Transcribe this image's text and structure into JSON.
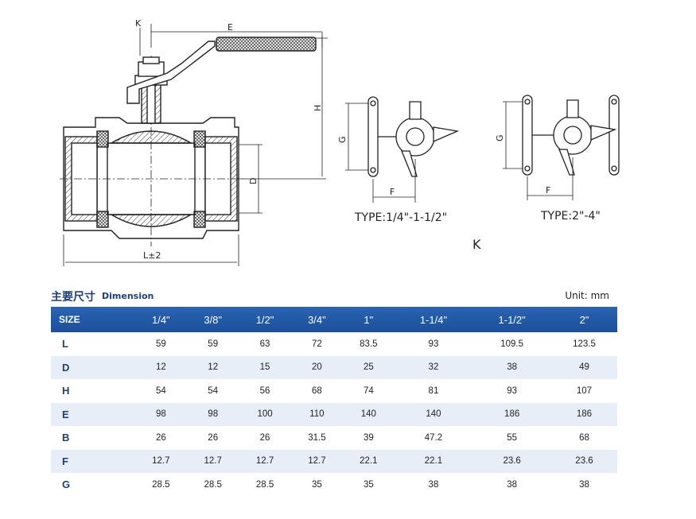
{
  "drawing": {
    "labels": {
      "k_top": "K",
      "e": "E",
      "h": "H",
      "d": "D",
      "l": "L±2",
      "g1": "G",
      "f1": "F",
      "g2": "G",
      "f2": "F",
      "k_center": "K"
    },
    "type_small": "TYPE:1/4\"-1-1/2\"",
    "type_large": "TYPE:2\"-4\""
  },
  "table": {
    "title_cn": "主要尺寸",
    "title_en": "Dimension",
    "unit": "Unit: mm",
    "headers": [
      "SIZE",
      "1/4\"",
      "3/8\"",
      "1/2\"",
      "3/4\"",
      "1\"",
      "1-1/4\"",
      "1-1/2\"",
      "2\""
    ],
    "rows": [
      [
        "L",
        "59",
        "59",
        "63",
        "72",
        "83.5",
        "93",
        "109.5",
        "123.5"
      ],
      [
        "D",
        "12",
        "12",
        "15",
        "20",
        "25",
        "32",
        "38",
        "49"
      ],
      [
        "H",
        "54",
        "54",
        "56",
        "68",
        "74",
        "81",
        "93",
        "107"
      ],
      [
        "E",
        "98",
        "98",
        "100",
        "110",
        "140",
        "140",
        "186",
        "186"
      ],
      [
        "B",
        "26",
        "26",
        "26",
        "31.5",
        "39",
        "47.2",
        "55",
        "68"
      ],
      [
        "F",
        "12.7",
        "12.7",
        "12.7",
        "12.7",
        "22.1",
        "22.1",
        "23.6",
        "23.6"
      ],
      [
        "G",
        "28.5",
        "28.5",
        "28.5",
        "35",
        "35",
        "38",
        "38",
        "38"
      ]
    ]
  },
  "colors": {
    "header_bg": "#1b4f9a",
    "header_text": "#ffffff",
    "stripe": "#e8eef7",
    "title": "#1f3f78"
  }
}
